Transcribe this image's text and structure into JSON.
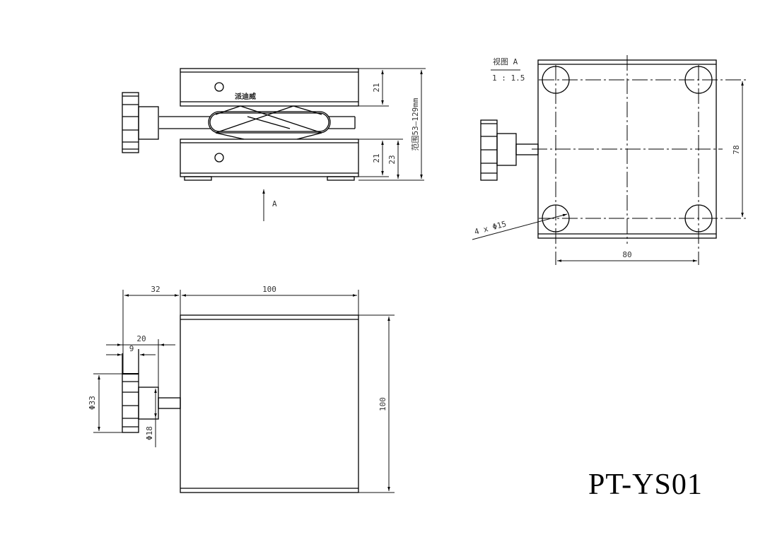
{
  "drawing": {
    "part_number": "PT-YS01",
    "front_view": {
      "top_plate_height": "21",
      "bottom_plate_height": "21",
      "bottom_with_feet": "23",
      "range_label": "范围53—129mm",
      "brand_mark": "派迪威",
      "view_arrow_label": "A"
    },
    "view_a": {
      "title": "视图 A",
      "scale": "1 : 1.5",
      "hole_spacing_vertical": "78",
      "hole_spacing_horizontal": "80",
      "hole_callout": "4 x Φ15"
    },
    "top_view": {
      "knob_offset": "32",
      "plate_width": "100",
      "plate_depth": "100",
      "knob_total_length": "20",
      "knob_width": "9",
      "knob_diameter": "Φ33",
      "shaft_diameter": "Φ18"
    }
  }
}
